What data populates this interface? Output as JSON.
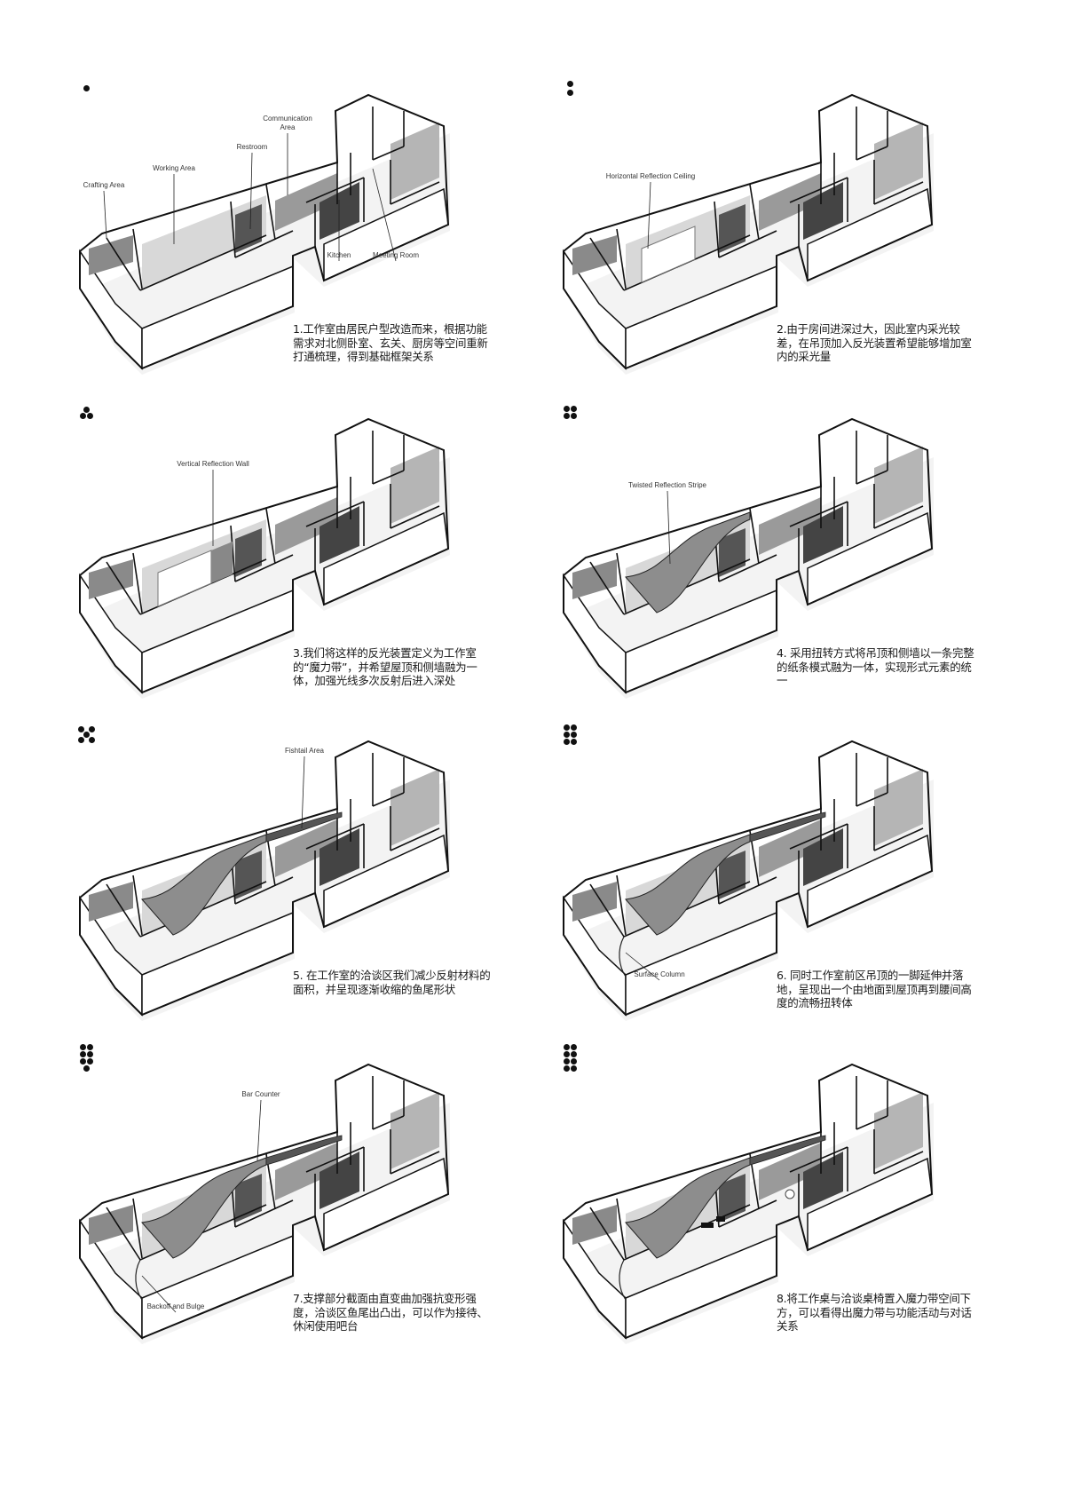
{
  "panels": [
    {
      "marker_count": 1,
      "caption": "1.工作室由居民户型改造而来，根据功能需求对北侧卧室、玄关、厨房等空间重新打通梳理，得到基础框架关系",
      "labels": {
        "communication": "Communication\nArea",
        "restroom": "Restroom",
        "working": "Working Area",
        "crafting": "Crafting Area",
        "kitchen": "Kitchen",
        "meeting": "Meeting Room"
      }
    },
    {
      "marker_count": 2,
      "caption": "2.由于房间进深过大，因此室内采光较差，在吊顶加入反光装置希望能够增加室内的采光量",
      "labels": {
        "main": "Horizontal Reflection Ceiling"
      }
    },
    {
      "marker_count": 3,
      "caption": "3.我们将这样的反光装置定义为工作室的“魔力带”，并希望屋顶和侧墙融为一体，加强光线多次反射后进入深处",
      "labels": {
        "main": "Vertical Reflection Wall"
      }
    },
    {
      "marker_count": 4,
      "caption": "4. 采用扭转方式将吊顶和侧墙以一条完整的纸条模式融为一体，实现形式元素的统一",
      "labels": {
        "main": "Twisted Reflection Stripe"
      }
    },
    {
      "marker_count": 5,
      "caption": "5. 在工作室的洽谈区我们减少反射材料的面积，并呈现逐渐收缩的鱼尾形状",
      "labels": {
        "main": "Fishtail Area"
      }
    },
    {
      "marker_count": 6,
      "caption": "6. 同时工作室前区吊顶的一脚延伸并落地，呈现出一个由地面到屋顶再到腰间高度的流畅扭转体",
      "labels": {
        "main": "Surface Column"
      }
    },
    {
      "marker_count": 7,
      "caption": "7.支撑部分截面由直变曲加强抗变形强度，洽谈区鱼尾出凸出，可以作为接待、休闲使用吧台",
      "labels": {
        "main": "Bar Counter",
        "second": "Backoff and Bulge"
      }
    },
    {
      "marker_count": 8,
      "caption": "8.将工作桌与洽谈桌椅置入魔力带空间下方，可以看得出魔力带与功能活动与对话关系",
      "labels": {}
    }
  ],
  "colors": {
    "ink": "#111111",
    "wall": "#ffffff",
    "floor_dark": "#6f6f6f",
    "floor_mid": "#a9a9a9",
    "ribbon": "#8a8a8a"
  }
}
